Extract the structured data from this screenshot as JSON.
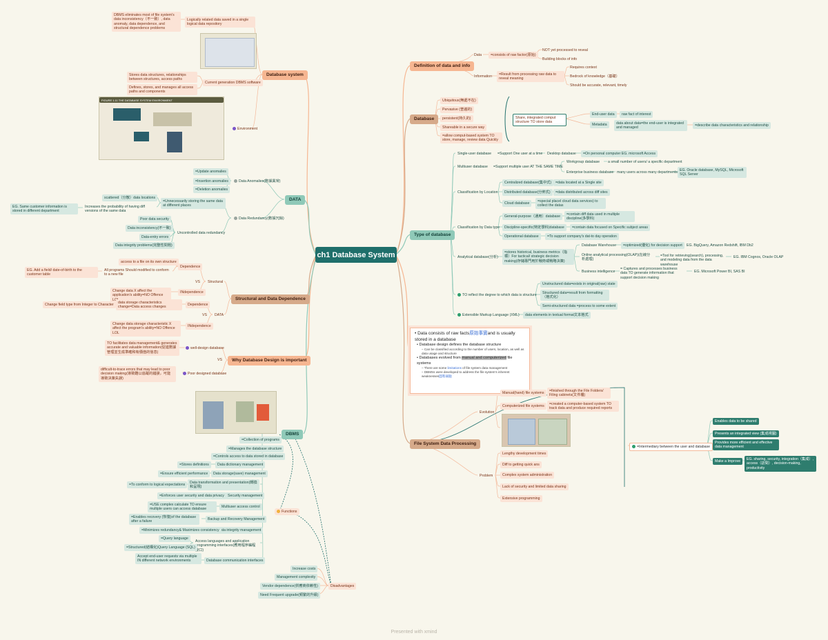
{
  "root": "ch1 Database System",
  "footer": "Presented with xmind",
  "branches": {
    "definition": {
      "label": "Definition of data and info",
      "data": "Data",
      "data_consists": "=consists of raw factor(原始)",
      "not_processed": "NOT yet processed to reveal",
      "building_blocks": "Building blocks of info",
      "information": "Information",
      "result": "=Result from processing raw data to reveal meaning",
      "requires_context": "Requires context",
      "bedrock": "Bedrock of knowledge（基礎）",
      "accurate": "Should be accurate, relevant, timely"
    },
    "database": {
      "label": "Database",
      "ubiquitous": "Ubiquitous(無處不在)",
      "pervasive": "Pervasive (普遍的)",
      "persistent": "persistent(持久的)",
      "shareable": "Shareable in a secure way",
      "allow": "=allow comput-based system TO store, manage, review data Quickly",
      "share": "Share, integrated comput structure TO store data",
      "enduser": "End-user data",
      "raw_fact": "raw fact of interest",
      "metadata": "Metadata",
      "meta_desc": "data about data=the end-user is integrated and managed",
      "describe": "=describe data characteristics and relationship"
    },
    "type": {
      "label": "Type of database",
      "single": "Single-user database",
      "support_one": "=Support One user at a time",
      "desktop": "Desktop database",
      "personal": "=On personal computer EG. microsoft Access",
      "multi": "Multiuser database",
      "support_multi": "=Support multiple user AT THE SAME TIME",
      "workgroup": "Workgroup database",
      "small_users": "a small number of users/ a specific department",
      "enterprise": "Enterprise business database",
      "many_users": "many users across many departments",
      "eg_oracle": "EG. Oracle database, MySQL, Microsoft SQL Server",
      "class_loc": "Classification by Location",
      "centralized": "Centralized database(集中式)",
      "central_desc": "=data located at a Single site",
      "distributed": "Distributed database(分佈式)",
      "dist_desc": "=data distributed across diff sites",
      "cloud": "Cloud database",
      "cloud_desc": "=special placel cloud data services) to collect the datas",
      "class_type": "Classification by Data type",
      "general": "General-purpose（通用）database",
      "general_desc": "=contain diff data used in multiple discipline(多學科)",
      "discipline": "Discipline-specific(特定學科)database",
      "disc_desc": "=contain data focused on Specific subject areas",
      "operational": "Operational database",
      "op_desc": "=To support company's dat-to day operation",
      "analytical": "Analytical database(分析)",
      "anal_desc": "=stores historical, business metrics（指標）For tactical/ strategic decision making(存儲專門用於戰術或戰略決策)",
      "warehouse": "Database Warehouse",
      "wh_desc": "=optimized(優化) for decision support",
      "wh_eg": "EG. BigQuery, Amazon Redshift, IBM Db2",
      "olap": "Online analytical processing(OLAP)(在線分析處理)",
      "olap_desc": "=Tool for retrieving(search), processing, and modeling data from the data warehouse",
      "olap_eg": "EG. IBM Cognos, Oracle OLAP",
      "bi": "Business intelligence",
      "bi_desc": "= Captures and processes business data TO generate information that support decision making",
      "bi_eg": "EG. Microsoft Power BI, SAS BI",
      "reflect": "TO reflect the degree to which data is structure",
      "unstructured": "Unstructured data=exists in original(raw) state",
      "structured": "Structured data=result from formatting（格式化）",
      "semi": "Semi-structured data =process to some extent",
      "xml": "Extensible Markup Language (XML)",
      "xml_desc": "data elements in textual format文本格式"
    },
    "note": {
      "l1a": "Data consists of raw facts",
      "l1b": "原始事實",
      "l1c": "and is usually stored in a database",
      "b1": "Database design defines the database structure",
      "s1": "Can be classified according to the number of users, location, as well as data usage and structure",
      "b2a": "Databases evolved from ",
      "b2b": "manual and computerized",
      "b2c": " file systems",
      "s2a": "There are some ",
      "s2b": "limitations",
      "s2c": " of file system data management",
      "s3a": "DBMSs were developed to address the file system's inherent weaknesses",
      "s3b": "固有弱點"
    },
    "fsp": {
      "label": "File System Data Processing",
      "evolution": "Evolution",
      "manual": "Manual(hand) file systems",
      "manual_desc": "=finished through the File Folders/ Filing cabinets(文件櫃)",
      "computerized": "Computerized file systems",
      "comp_desc": "=created a computer-based system TO track data and produce required reports",
      "problem": "Problem",
      "p1": "Lengthy development times",
      "p2": "Diff to getting quick ans",
      "p3": "Complex system administration",
      "p4": "Lack of security and limited data sharing",
      "p5": "Extensive programming",
      "intermediary": "=Intermediary between the user and database",
      "r1": "Enables data to be shared",
      "r2": "Presents an integrated view (集成視圖)",
      "r3": "Provides more efficient and effective data management",
      "r4": "Make a Improve",
      "r4_desc": "EG. sharing, security, integration（集成）, access（訪問）, decision-making, productivity"
    },
    "dbsys": {
      "label": "Database system",
      "eliminates": "DBMS eliminates most of file system's data inconsistency（不一致）, data anomaly, data dependence, and structural dependence problems",
      "logically": "Logically related data saved in a single logical data repository",
      "current": "Current generation DBMS software",
      "stores": "Stores data structures, relationships between structures, access paths",
      "defines": "Defines, stores, and manages all access paths and components",
      "environment": "Environment",
      "fig_caption": "FIGURE 1.11 THE DATABASE SYSTEM ENVIRONMENT"
    },
    "data": {
      "label": "DATA",
      "anomalies": "Data Anomalies(數據異常)",
      "update": "=Update anomalies",
      "insertion": "=Insertion anomalies",
      "deletion": "=Deletion anomalies",
      "redundancy": "Data Redundancy(數據冗餘)",
      "unnecessarily": "=Unnecessarily storing the same data at different places",
      "scattered": "scattered（分散）data locations",
      "increases": "Increases the probability of having diff versions of the same data",
      "eg_same": "EG. Same customer information is stored in different department",
      "uncontrolled": "Uncontrolled data redundancy",
      "poor_sec": "Poor data security",
      "inconsistency": "Data inconsistency(不一致)",
      "entry": "Data-entry errors",
      "integrity": "Data integrity problems(完整性問題)"
    },
    "structural": {
      "label": "Structural and Data Dependence",
      "structural": "Structural",
      "dependence": "Dependence",
      "dep_desc": "access to a file on its own structure",
      "all_programs": "All programs Should modified to conform to a new file",
      "eg_add": "EG. Add a field/ date-of-birth to the customer table",
      "independence": "INdependence",
      "ind_desc": "Change data X affect the application's ability=NO Offence LOL",
      "vs": "VS",
      "data_lbl": "DATA",
      "data_dependence": "Dependence",
      "data_dep_desc": "data storage characteristics change=Data access changes",
      "change_type": "Change field type from Integer to Character",
      "data_independence": "INdependence",
      "data_ind_desc": "Change data storage characteristic X affect the program's ability=NO Offence LOL"
    },
    "why": {
      "label": "Why Database Design is important",
      "vs": "VS",
      "well": "well-design database",
      "well_desc": "TO facilitates data management& generates accurate and valuable information(促進數據管理並生成準確和有價值的信息)",
      "poor": "Poor designed database",
      "poor_desc": "difficult-to-trace errors that may lead to poor decision making(導致難以追蹤的錯誤，可能導致決策失誤)"
    },
    "dbms": {
      "label": "DBMS",
      "collection": "=Collection of programs",
      "manages": "=Manages the database structure",
      "controls": "=Controls access to data stored in database",
      "functions": "Functions",
      "disadvantages": "Disadvantages",
      "f1": "Data dictionary management",
      "f1d": "=Stores definitions",
      "f2": "Data storage(save) management",
      "f2d": "=Ensure efficient performance",
      "f3": "Data transformation and presentation(轉換和呈現)",
      "f3d": "=To conform to logical expectations",
      "f4": "Security management",
      "f4d": "=Enforces user security and data privacy",
      "f5": "Multiuser access control",
      "f5d": "=USE complex calculate TO ensure multiple users can access database",
      "f6": "Backup and Recovery Management",
      "f6d": "=Enables recovery (恢復)of the database after a failure",
      "f7": "Data integrity management",
      "f7d": "=Minimizes redundancy& Maximizes consistency",
      "f8": "Access languages and application programming interfaces(應用程序編程接口)",
      "f8a": "=Query language",
      "f8b": "=Structured(結構化)Query Language (SQL)",
      "f9": "Database communication interfaces",
      "f9d": "Accept end-user requests via multiple IN different network environments",
      "d1": "Increase costs",
      "d2": "Management complexity",
      "d3": "Vendor dependence(供應商依賴性)",
      "d4": "Need Frequent upgrade(頻繁的升級)"
    }
  },
  "colors": {
    "background": "#f8f6ec",
    "root": "#1f6f6b",
    "orange": "#f6b691",
    "teal": "#8fc9b8",
    "brown": "#d6aa8a"
  }
}
